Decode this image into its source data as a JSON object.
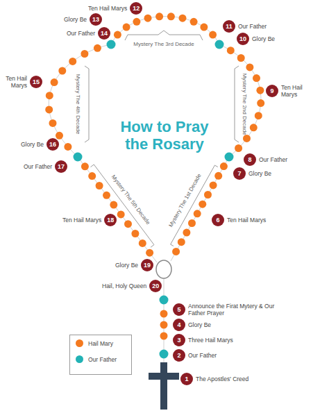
{
  "diagram": {
    "title": "How to Pray the Rosary",
    "nodes": [
      {
        "text": [
          "1",
          "The Apostles' Creed"
        ]
      },
      {
        "text": [
          "2",
          "Our Father"
        ]
      },
      {
        "text": [
          "3",
          "Three Hail Marys"
        ]
      },
      {
        "text": [
          "4",
          "Glory Be"
        ]
      },
      {
        "text": [
          "5",
          "Announce the Firat Mytery & Our Father Prayer"
        ]
      },
      {
        "text": [
          "6",
          "Ten Hail Marys"
        ]
      },
      {
        "text": [
          "7",
          "Glory Be"
        ]
      },
      {
        "text": [
          "8",
          "Our Father"
        ]
      },
      {
        "text": [
          "9",
          "Ten Hail Marys"
        ]
      },
      {
        "text": [
          "10",
          "Glory Be"
        ]
      },
      {
        "text": [
          "11",
          "Our Father"
        ]
      },
      {
        "text": [
          "12",
          "Ten Hail Marys"
        ]
      },
      {
        "text": [
          "13",
          "Glory Be"
        ]
      },
      {
        "text": [
          "14",
          "Our Father"
        ]
      },
      {
        "text": [
          "15",
          "Ten Hail Marys"
        ]
      },
      {
        "text": [
          "16",
          "Glory Be"
        ]
      },
      {
        "text": [
          "17",
          "Our Father"
        ]
      },
      {
        "text": [
          "18",
          "Ten Hail Marys"
        ]
      },
      {
        "text": [
          "19",
          "Glory Be"
        ]
      },
      {
        "text": [
          "20",
          "Hail, Holy Queen"
        ]
      }
    ],
    "labels": [
      "Mystery The 3rd Decade",
      "Mystery The 4th Decade",
      "Mystery The 2nd Decade",
      "Mystery The 5th Decade",
      "Mystery The 1st Decade"
    ],
    "legend": [
      {
        "text": "Hail Mary",
        "color": "#f47a20"
      },
      {
        "text": "Our Father",
        "color": "#22b2b5"
      }
    ]
  }
}
